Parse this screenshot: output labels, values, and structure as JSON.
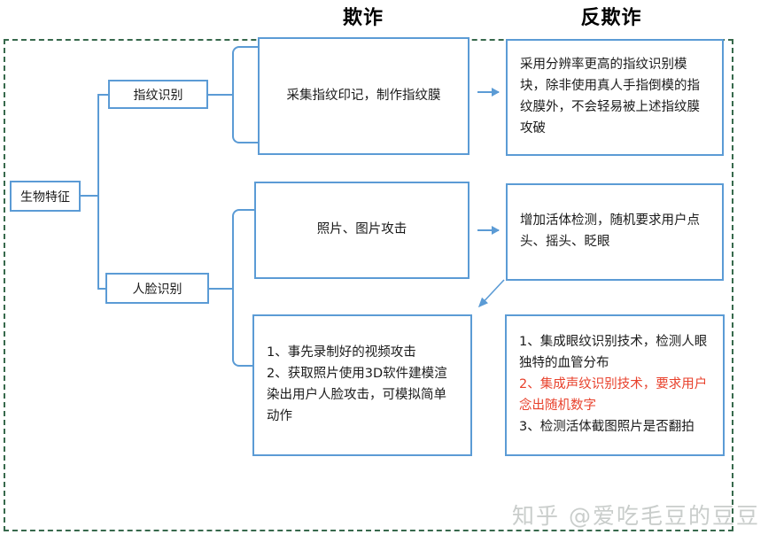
{
  "diagram": {
    "column_titles": {
      "fraud": "欺诈",
      "anti_fraud": "反欺诈"
    },
    "root_node": "生物特征",
    "branches": [
      {
        "id": "fingerprint",
        "label": "指纹识别"
      },
      {
        "id": "face",
        "label": "人脸识别"
      }
    ],
    "fraud_boxes": [
      {
        "id": "fingerprint-attack",
        "text": "采集指纹印记，制作指纹膜"
      },
      {
        "id": "photo-attack",
        "text": "照片、图片攻击"
      },
      {
        "id": "video-3d-attack",
        "text": "1、事先录制好的视频攻击\n2、获取照片使用3D软件建模渲染出用户人脸攻击，可模拟简单动作"
      }
    ],
    "anti_fraud_boxes": [
      {
        "id": "fingerprint-defense",
        "text": "采用分辨率更高的指纹识别模块，除非使用真人手指倒模的指纹膜外，不会轻易被上述指纹膜攻破"
      },
      {
        "id": "liveness-defense",
        "text": "增加活体检测，随机要求用户点头、摇头、眨眼"
      },
      {
        "id": "eye-voice-defense",
        "line1": "1、集成眼纹识别技术，检测人眼独特的血管分布",
        "line2": "2、集成声纹识别技术，要求用户念出随机数字",
        "line3": "3、检测活体截图照片是否翻拍"
      }
    ],
    "watermark": "知乎 @爱吃毛豆的豆豆",
    "colors": {
      "box_border": "#5b9bd5",
      "dashed_region": "#37694c",
      "highlight_text": "#e8412c",
      "body_text": "#1a1a1a"
    }
  }
}
